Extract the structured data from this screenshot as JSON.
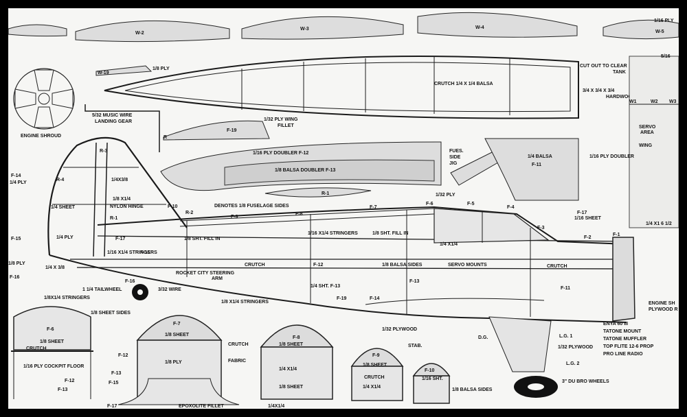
{
  "wing_ribs": [
    "W-2",
    "W-3",
    "W-4",
    "W-5",
    "W-19"
  ],
  "top_labels": {
    "ply_1_16": "1/16 PLY",
    "ply_1_8": "1/8 PLY",
    "crutch": "CRUTCH 1/4 X 1/4 BALSA",
    "cut_out_line1": "CUT OUT TO CLEAR",
    "cut_out_line2": "TANK",
    "hardwood_line1": "3/4 X 3/4 X 3/4",
    "hardwood_line2": "HARDWOOD",
    "w1": "W1",
    "w2": "W2",
    "w3": "W3",
    "servo_line1": "SERVO",
    "servo_line2": "AREA",
    "wing": "WING",
    "size_5_16": "5/16"
  },
  "engine": {
    "shroud": "ENGINE SHROUD"
  },
  "landing_gear": {
    "line1": "5/32 MUSIC WIRE",
    "line2": "LANDING GEAR"
  },
  "fillet": {
    "line1": "1/32 PLY WING",
    "line2": "FILLET",
    "part": "F-19",
    "r": "R"
  },
  "doublers": {
    "ply": "1/16 PLY DOUBLER  F-12",
    "balsa": "1/8 BALSA DOUBLER  F-13",
    "r1": "R-1"
  },
  "jig": {
    "line1": "FUES.",
    "line2": "SIDE",
    "line3": "JIG"
  },
  "f11_panel": {
    "size": "1/4 BALSA",
    "part": "F-11",
    "doubler": "1/16 PLY DOUBLER"
  },
  "fuselage": {
    "denotes": "DENOTES 1/8 FUSELAGE SIDES",
    "ply_1_32": "1/32 PLY",
    "f17_sheet": "F-17",
    "sheet_1_16": "1/16 SHEET",
    "stringers_1_16": "1/16 X1/4 STRINGERS",
    "sht_fill_a": "1/8 SHT. FILL IN",
    "sht_fill_b": "1/8 SHT. FILL IN",
    "size_1_4": "1/4 X1/4",
    "crutch_a": "CRUTCH",
    "crutch_b": "CRUTCH",
    "balsa_sides": "1/8 BALSA SIDES",
    "servo_mounts": "SERVO MOUNTS",
    "steering_line1": "ROCKET CITY STEERING",
    "steering_line2": "ARM",
    "sht_f13": "1/4 SHT. F-13",
    "stringers_1_8": "1/8 X1/4 STRINGERS",
    "tailwheel": "1 1/4 TAILWHEEL",
    "wire": "3/32 WIRE",
    "stringers_left": "1/8X1/4 STRINGERS",
    "sheet_sides": "1/8 SHEET SIDES",
    "ply_1_32_b": "1/32 PLYWOOD",
    "dg": "D.G.",
    "size_1_4_x_1_4_b": "1/4X1/4",
    "fabric": "FABRIC",
    "eproxy": "EPOXOLITE FILLET",
    "stab": "STAB.",
    "balsa_sides_b": "1/8 BALSA SIDES",
    "engine_ship_line1": "ENGINE SH",
    "engine_ship_line2": "PLYWOOD R",
    "size_1_4_x_1_6": "1/4 X1 6 1/2"
  },
  "tail": {
    "r3": "R-3",
    "r4": "R-4",
    "r1": "R-1",
    "r2": "R-2",
    "size_a": "1/4X3/8",
    "size_b": "1/8 X1/4",
    "sheet": "1/4 SHEET",
    "nylon": "NYLON HINGE",
    "ply": "1/4 PLY",
    "size_c": "1/4 X 3/8"
  },
  "left_edge": {
    "f14": "F-14",
    "ply_1_4": "1/4 PLY",
    "f15": "F-15",
    "ply_1_8": "1/8 PLY",
    "f16": "F-16"
  },
  "parts": [
    "F-1",
    "F-2",
    "F-3",
    "F-4",
    "F-5",
    "F-6",
    "F-7",
    "F-8",
    "F-9",
    "F-10",
    "F-11",
    "F-12",
    "F-13",
    "F-14",
    "F-15",
    "F-16",
    "F-17",
    "F-18",
    "F-19"
  ],
  "gear": {
    "lg1": "L.G. 1",
    "lg2": "L.G. 2",
    "plywood": "1/32 PLYWOOD",
    "wheels": "3\" DU BRO WHEELS"
  },
  "specs": [
    "ENYA 60 III",
    "TATONE MOUNT",
    "TATONE MUFFLER",
    "TOP FLITE 12-6 PROP",
    "PRO LINE RADIO"
  ],
  "formers": {
    "f6": "F-6",
    "f7": "F-7",
    "f8": "F-8",
    "f9": "F-9",
    "f10": "F-10",
    "sheet": "1/8 SHEET",
    "crutch": "CRUTCH",
    "ply": "1/8 PLY",
    "cockpit": "1/16 PLY COCKPIT FLOOR",
    "size": "1/4 X1/4",
    "sht": "1/16 SHT."
  }
}
